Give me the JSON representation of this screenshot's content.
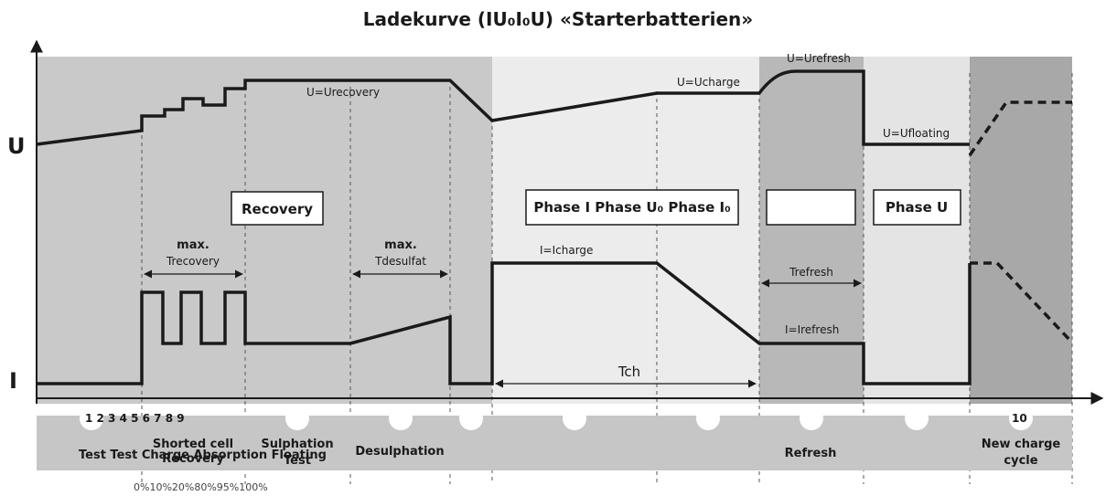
{
  "title": "Ladekurve (IU₀I₀U) «Starterbatterien»",
  "axis": {
    "u_label": "U",
    "i_label": "I"
  },
  "voltage_labels": {
    "recovery": "U=Urecovery",
    "charge": "U=Ucharge",
    "refresh": "U=Urefresh",
    "floating": "U=Ufloating"
  },
  "current_labels": {
    "charge": "I=Icharge",
    "refresh": "I=Irefresh"
  },
  "boxes": {
    "recovery": "Recovery",
    "phase_i": "Phase I Phase U₀ Phase I₀",
    "refresh": "",
    "phase_u": "Phase U"
  },
  "time_labels": {
    "t_recovery_max": "max.",
    "t_recovery": "Trecovery",
    "t_desulfat_max": "max.",
    "t_desulfat": "Tdesulfat",
    "t_refresh": "Trefresh",
    "t_charge": "Tch"
  },
  "step_numbers": {
    "left": "1 2 3 4 5 6 7 8 9",
    "right": "10"
  },
  "stages": {
    "test_row": "Test Test Charge Absorption Floating",
    "shorted_cell": "Shorted cell",
    "shorted_recovery": "Recovery",
    "sulphation": "Sulphation",
    "sulphation_test": "Test",
    "desulphation": "Desulphation",
    "refresh": "Refresh",
    "new_charge": "New charge",
    "new_charge_cycle": "cycle"
  },
  "percent_row": "0%10%20%80%95%100%",
  "colors": {
    "band_dark": "#c9c9c9",
    "band_light": "#ececec",
    "band_mid": "#d9d9d9",
    "band_darkest": "#b3b3b3",
    "curve": "#1a1a1a"
  }
}
